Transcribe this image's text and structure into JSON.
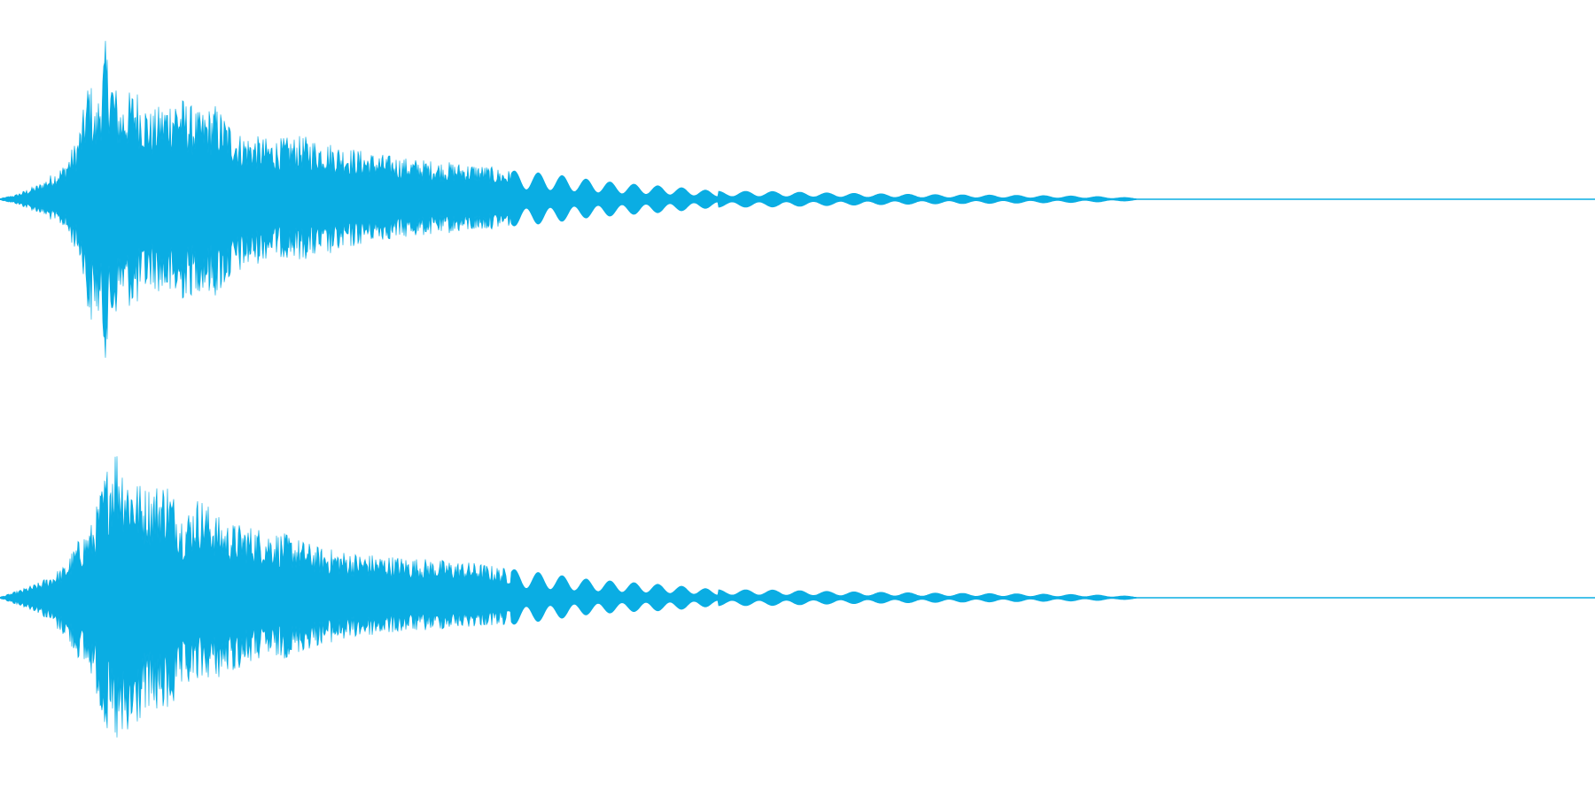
{
  "colors": {
    "background": "#ffffff",
    "waveform": "#0aade3"
  },
  "chart_data": {
    "type": "area",
    "description_kind": "stereo-audio-waveform",
    "x_range": [
      0,
      1
    ],
    "y_range": [
      -1,
      1
    ],
    "grid": false,
    "channels": [
      {
        "envelope": [
          {
            "t": 0.0,
            "upper": 0.005,
            "lower": 0.005
          },
          {
            "t": 0.01,
            "upper": 0.03,
            "lower": 0.03
          },
          {
            "t": 0.025,
            "upper": 0.1,
            "lower": 0.09
          },
          {
            "t": 0.04,
            "upper": 0.22,
            "lower": 0.18
          },
          {
            "t": 0.048,
            "upper": 0.38,
            "lower": 0.34
          },
          {
            "t": 0.052,
            "upper": 0.55,
            "lower": 0.45
          },
          {
            "t": 0.056,
            "upper": 0.8,
            "lower": 0.82
          },
          {
            "t": 0.06,
            "upper": 0.55,
            "lower": 0.7
          },
          {
            "t": 0.066,
            "upper": 1.0,
            "lower": 1.0
          },
          {
            "t": 0.075,
            "upper": 0.62,
            "lower": 0.65
          },
          {
            "t": 0.085,
            "upper": 0.72,
            "lower": 0.7
          },
          {
            "t": 0.095,
            "upper": 0.55,
            "lower": 0.55
          },
          {
            "t": 0.11,
            "upper": 0.68,
            "lower": 0.67
          },
          {
            "t": 0.125,
            "upper": 0.55,
            "lower": 0.58
          },
          {
            "t": 0.135,
            "upper": 0.6,
            "lower": 0.62
          },
          {
            "t": 0.15,
            "upper": 0.42,
            "lower": 0.47
          },
          {
            "t": 0.17,
            "upper": 0.38,
            "lower": 0.36
          },
          {
            "t": 0.19,
            "upper": 0.4,
            "lower": 0.38
          },
          {
            "t": 0.21,
            "upper": 0.35,
            "lower": 0.35
          },
          {
            "t": 0.23,
            "upper": 0.3,
            "lower": 0.27
          },
          {
            "t": 0.255,
            "upper": 0.26,
            "lower": 0.24
          },
          {
            "t": 0.275,
            "upper": 0.24,
            "lower": 0.22
          },
          {
            "t": 0.3,
            "upper": 0.22,
            "lower": 0.2
          },
          {
            "t": 0.32,
            "upper": 0.18,
            "lower": 0.17
          },
          {
            "t": 0.345,
            "upper": 0.16,
            "lower": 0.15
          },
          {
            "t": 0.365,
            "upper": 0.13,
            "lower": 0.12
          },
          {
            "t": 0.39,
            "upper": 0.1,
            "lower": 0.1
          },
          {
            "t": 0.42,
            "upper": 0.08,
            "lower": 0.08
          },
          {
            "t": 0.45,
            "upper": 0.05,
            "lower": 0.05
          },
          {
            "t": 0.48,
            "upper": 0.05,
            "lower": 0.05
          },
          {
            "t": 0.52,
            "upper": 0.04,
            "lower": 0.04
          },
          {
            "t": 0.58,
            "upper": 0.03,
            "lower": 0.03
          },
          {
            "t": 0.64,
            "upper": 0.025,
            "lower": 0.025
          },
          {
            "t": 0.68,
            "upper": 0.02,
            "lower": 0.02
          },
          {
            "t": 0.71,
            "upper": 0.01,
            "lower": 0.01
          },
          {
            "t": 0.72,
            "upper": 0.0,
            "lower": 0.0
          },
          {
            "t": 1.0,
            "upper": 0.0,
            "lower": 0.0
          }
        ]
      },
      {
        "envelope": [
          {
            "t": 0.0,
            "upper": 0.005,
            "lower": 0.005
          },
          {
            "t": 0.01,
            "upper": 0.04,
            "lower": 0.04
          },
          {
            "t": 0.025,
            "upper": 0.1,
            "lower": 0.1
          },
          {
            "t": 0.04,
            "upper": 0.2,
            "lower": 0.24
          },
          {
            "t": 0.05,
            "upper": 0.38,
            "lower": 0.4
          },
          {
            "t": 0.058,
            "upper": 0.48,
            "lower": 0.5
          },
          {
            "t": 0.066,
            "upper": 0.8,
            "lower": 0.85
          },
          {
            "t": 0.072,
            "upper": 1.0,
            "lower": 0.95
          },
          {
            "t": 0.08,
            "upper": 0.82,
            "lower": 1.0
          },
          {
            "t": 0.09,
            "upper": 0.7,
            "lower": 0.72
          },
          {
            "t": 0.105,
            "upper": 0.75,
            "lower": 0.75
          },
          {
            "t": 0.115,
            "upper": 0.52,
            "lower": 0.6
          },
          {
            "t": 0.125,
            "upper": 0.65,
            "lower": 0.52
          },
          {
            "t": 0.14,
            "upper": 0.48,
            "lower": 0.5
          },
          {
            "t": 0.16,
            "upper": 0.45,
            "lower": 0.4
          },
          {
            "t": 0.18,
            "upper": 0.4,
            "lower": 0.38
          },
          {
            "t": 0.2,
            "upper": 0.32,
            "lower": 0.3
          },
          {
            "t": 0.225,
            "upper": 0.28,
            "lower": 0.25
          },
          {
            "t": 0.25,
            "upper": 0.26,
            "lower": 0.22
          },
          {
            "t": 0.275,
            "upper": 0.24,
            "lower": 0.2
          },
          {
            "t": 0.3,
            "upper": 0.22,
            "lower": 0.18
          },
          {
            "t": 0.32,
            "upper": 0.18,
            "lower": 0.17
          },
          {
            "t": 0.345,
            "upper": 0.15,
            "lower": 0.14
          },
          {
            "t": 0.365,
            "upper": 0.12,
            "lower": 0.11
          },
          {
            "t": 0.39,
            "upper": 0.1,
            "lower": 0.09
          },
          {
            "t": 0.42,
            "upper": 0.08,
            "lower": 0.08
          },
          {
            "t": 0.45,
            "upper": 0.05,
            "lower": 0.05
          },
          {
            "t": 0.48,
            "upper": 0.05,
            "lower": 0.05
          },
          {
            "t": 0.52,
            "upper": 0.04,
            "lower": 0.04
          },
          {
            "t": 0.58,
            "upper": 0.03,
            "lower": 0.03
          },
          {
            "t": 0.64,
            "upper": 0.025,
            "lower": 0.025
          },
          {
            "t": 0.68,
            "upper": 0.02,
            "lower": 0.02
          },
          {
            "t": 0.71,
            "upper": 0.01,
            "lower": 0.01
          },
          {
            "t": 0.72,
            "upper": 0.0,
            "lower": 0.0
          },
          {
            "t": 1.0,
            "upper": 0.0,
            "lower": 0.0
          }
        ]
      }
    ]
  }
}
